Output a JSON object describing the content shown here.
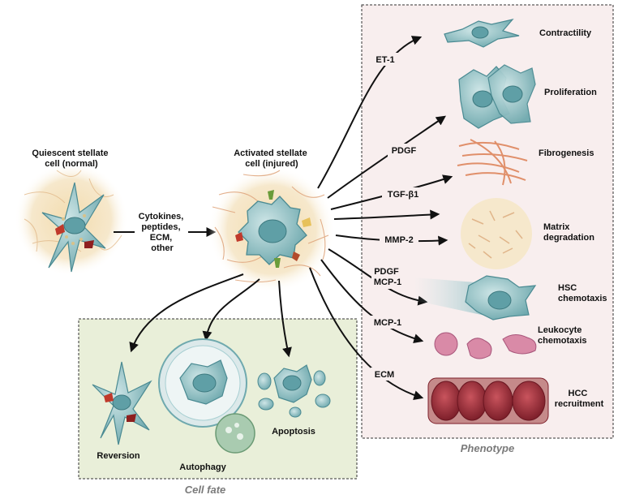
{
  "cells": {
    "quiescent": [
      "Quiescent stellate",
      "cell (normal)"
    ],
    "activated": [
      "Activated stellate",
      "cell (injured)"
    ]
  },
  "stimulus": [
    "Cytokines,",
    "peptides,",
    "ECM,",
    "other"
  ],
  "mediators": {
    "et1": "ET-1",
    "pdgf": "PDGF",
    "tgfb1": "TGF-β1",
    "mmp2": "MMP-2",
    "pdgf_mcp1": [
      "PDGF",
      "MCP-1"
    ],
    "mcp1": "MCP-1",
    "ecm": "ECM"
  },
  "phenotypes": {
    "contractility": "Contractility",
    "proliferation": "Proliferation",
    "fibrogenesis": "Fibrogenesis",
    "matrix": [
      "Matrix",
      "degradation"
    ],
    "hsc": [
      "HSC",
      "chemotaxis"
    ],
    "leukocyte": [
      "Leukocyte",
      "chemotaxis"
    ],
    "hcc": [
      "HCC",
      "recruitment"
    ]
  },
  "fates": {
    "reversion": "Reversion",
    "autophagy": "Autophagy",
    "apoptosis": "Apoptosis"
  },
  "panels": {
    "phenotype": "Phenotype",
    "cell_fate": "Cell fate"
  },
  "colors": {
    "phenotype_panel": "#f8eeee",
    "fate_panel": "#e9efd9",
    "halo": "#f5e6c4",
    "cell_fill": "#8fc0c4",
    "cell_stroke": "#4a8a92",
    "nucleus": "#5f9fa6",
    "fiber": "#e2a07a",
    "leukocyte": "#d98aa7",
    "hcc": "#a83a44"
  }
}
